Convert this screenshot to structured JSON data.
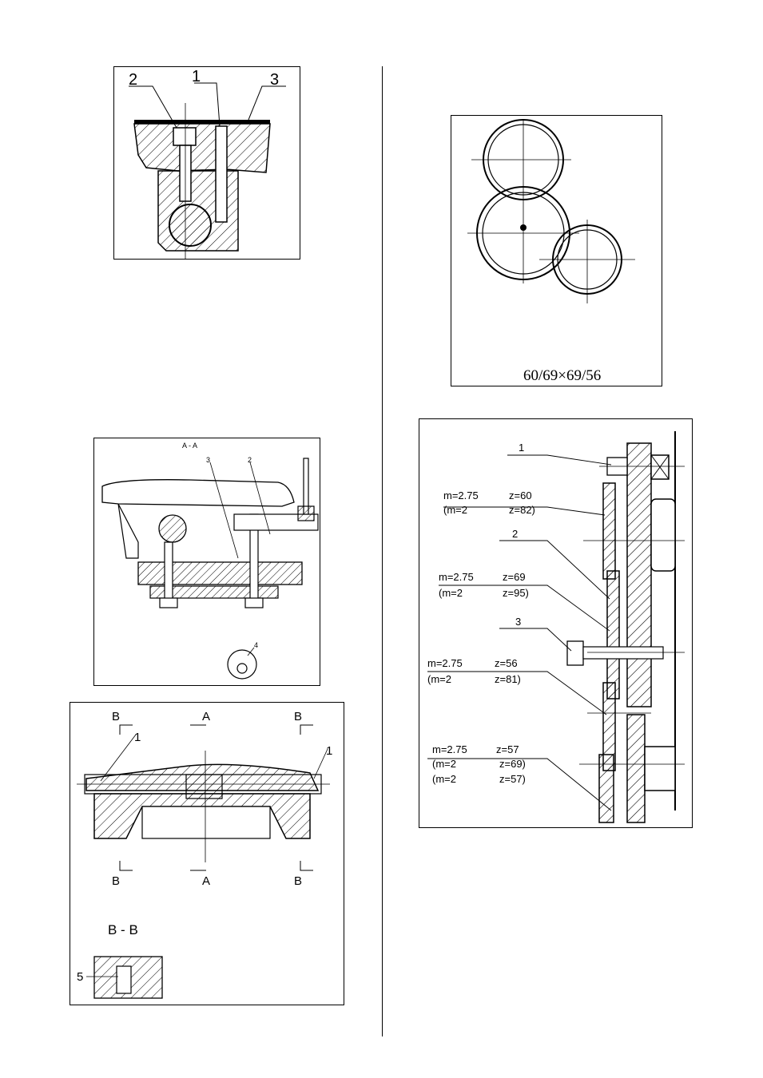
{
  "fig1": {
    "callouts": [
      "2",
      "1",
      "3"
    ]
  },
  "fig2": {
    "section_label": "A - A",
    "callouts": [
      "3",
      "2",
      "4"
    ]
  },
  "fig3": {
    "section_marks": [
      "B",
      "A",
      "B",
      "B",
      "A",
      "B"
    ],
    "callouts": [
      "1",
      "1",
      "5"
    ],
    "detail_label": "B - B"
  },
  "fig4": {
    "caption": "60/69×69/56"
  },
  "fig5": {
    "callouts": [
      "1",
      "2",
      "3"
    ],
    "gear_specs": [
      {
        "module": "m=2.75",
        "teeth": "z=60",
        "alt_module": "(m=2",
        "alt_teeth": "z=82)"
      },
      {
        "module": "m=2.75",
        "teeth": "z=69",
        "alt_module": "(m=2",
        "alt_teeth": "z=95)"
      },
      {
        "module": "m=2.75",
        "teeth": "z=56",
        "alt_module": "(m=2",
        "alt_teeth": "z=81)"
      },
      {
        "module": "m=2.75",
        "teeth": "z=57",
        "alt_module": "(m=2",
        "alt_teeth": "z=69)",
        "alt_module2": "(m=2",
        "alt_teeth2": "z=57)"
      }
    ]
  }
}
